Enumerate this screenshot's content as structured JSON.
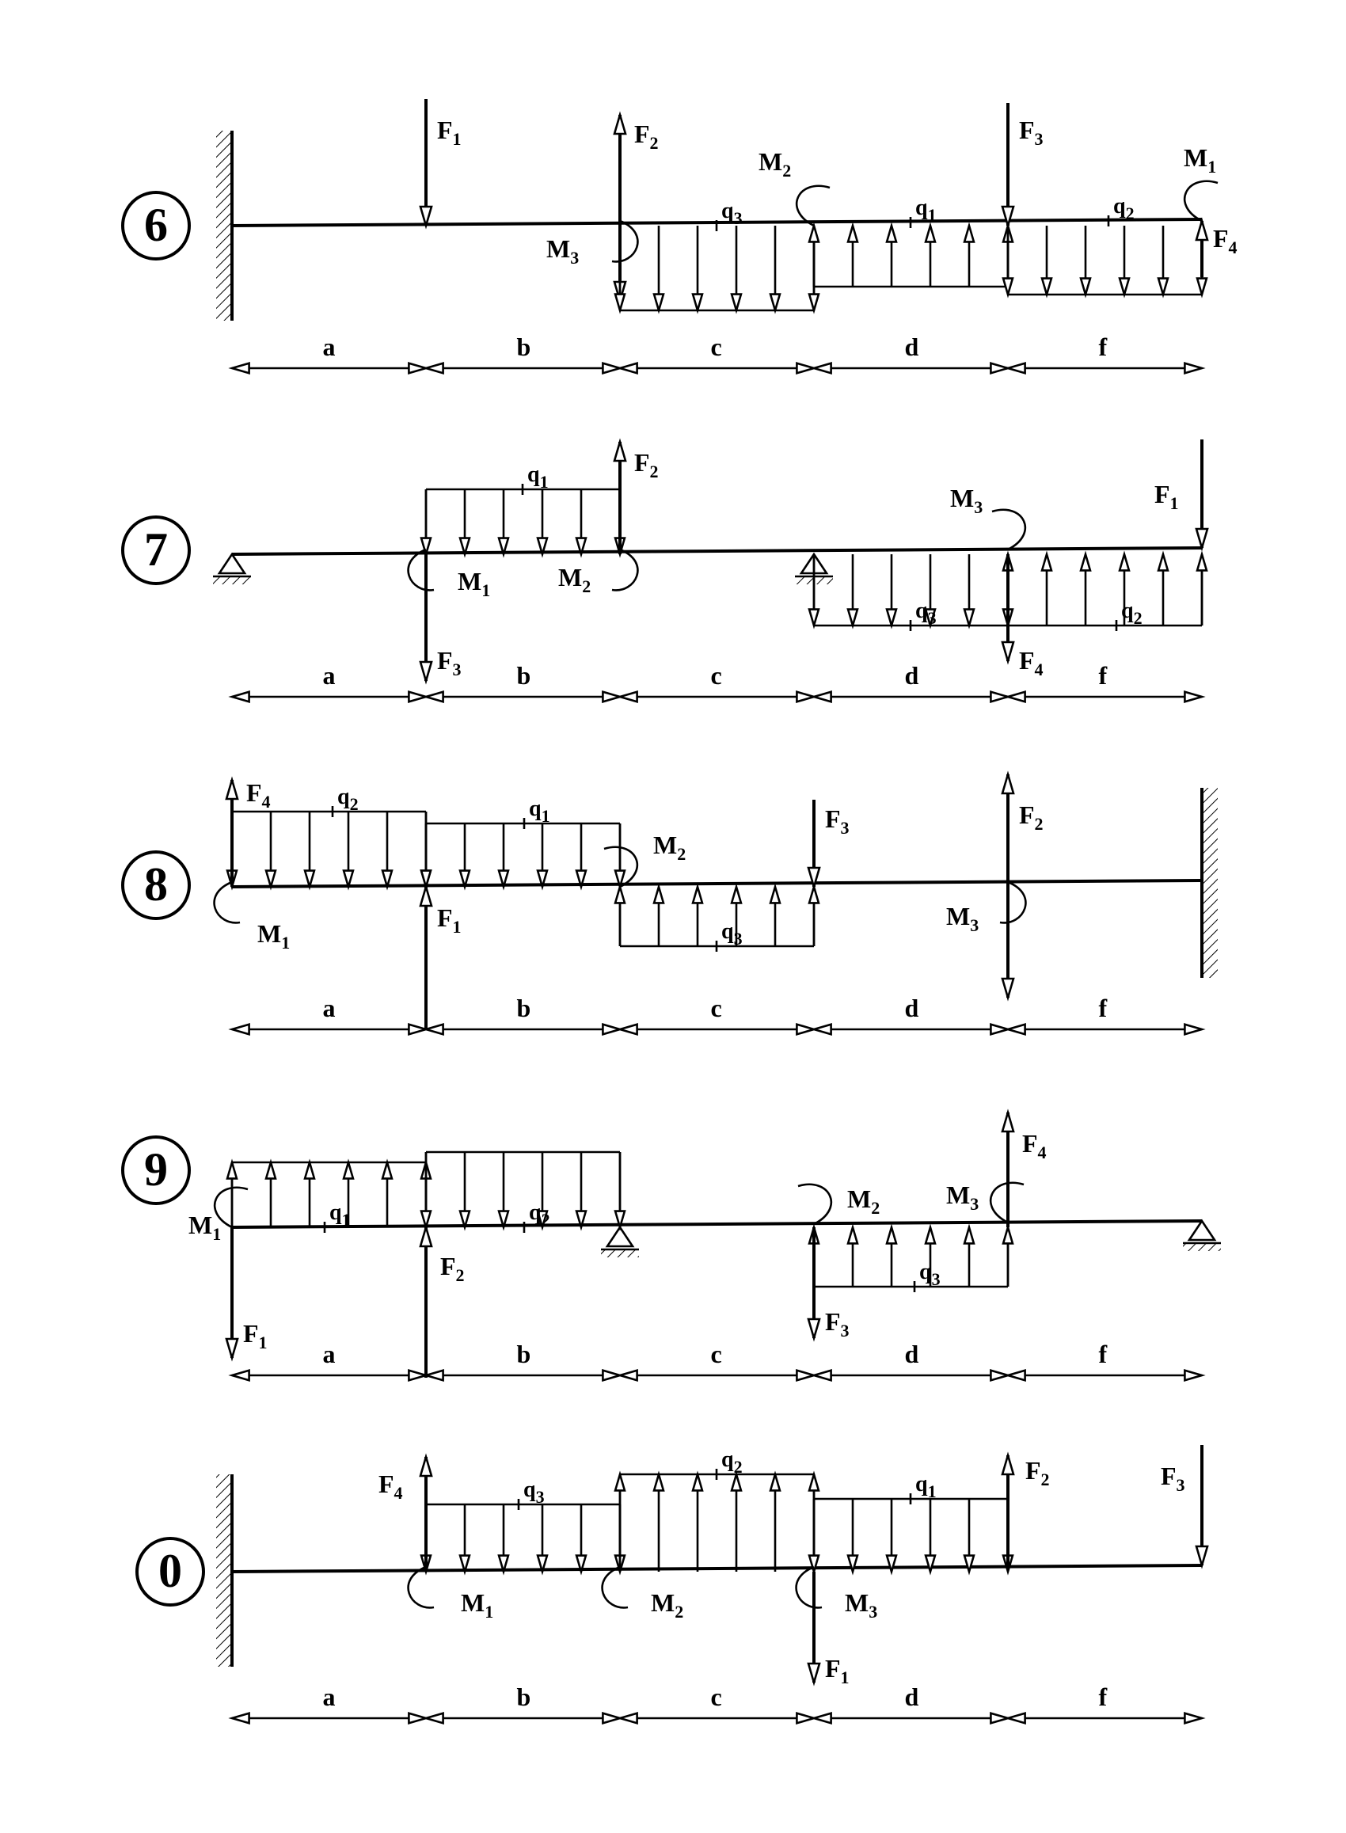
{
  "schemes": [
    {
      "number": "6",
      "dims": [
        "a",
        "b",
        "c",
        "d",
        "f"
      ],
      "labels": [
        {
          "key": "F1",
          "text": "F",
          "sub": "1"
        },
        {
          "key": "F2",
          "text": "F",
          "sub": "2"
        },
        {
          "key": "F3",
          "text": "F",
          "sub": "3"
        },
        {
          "key": "F4",
          "text": "F",
          "sub": "4"
        },
        {
          "key": "M1",
          "text": "M",
          "sub": "1"
        },
        {
          "key": "M2",
          "text": "M",
          "sub": "2"
        },
        {
          "key": "M3",
          "text": "M",
          "sub": "3"
        },
        {
          "key": "q1",
          "text": "q",
          "sub": "1"
        },
        {
          "key": "q2",
          "text": "q",
          "sub": "2"
        },
        {
          "key": "q3",
          "text": "q",
          "sub": "3"
        }
      ]
    },
    {
      "number": "7",
      "dims": [
        "a",
        "b",
        "c",
        "d",
        "f"
      ],
      "labels": [
        {
          "key": "F1",
          "text": "F",
          "sub": "1"
        },
        {
          "key": "F2",
          "text": "F",
          "sub": "2"
        },
        {
          "key": "F3",
          "text": "F",
          "sub": "3"
        },
        {
          "key": "F4",
          "text": "F",
          "sub": "4"
        },
        {
          "key": "M1",
          "text": "M",
          "sub": "1"
        },
        {
          "key": "M2",
          "text": "M",
          "sub": "2"
        },
        {
          "key": "M3",
          "text": "M",
          "sub": "3"
        },
        {
          "key": "q1",
          "text": "q",
          "sub": "1"
        },
        {
          "key": "q2",
          "text": "q",
          "sub": "2"
        },
        {
          "key": "q3",
          "text": "q",
          "sub": "3"
        }
      ]
    },
    {
      "number": "8",
      "dims": [
        "a",
        "b",
        "c",
        "d",
        "f"
      ],
      "labels": [
        {
          "key": "F1",
          "text": "F",
          "sub": "1"
        },
        {
          "key": "F2",
          "text": "F",
          "sub": "2"
        },
        {
          "key": "F3",
          "text": "F",
          "sub": "3"
        },
        {
          "key": "F4",
          "text": "F",
          "sub": "4"
        },
        {
          "key": "M1",
          "text": "M",
          "sub": "1"
        },
        {
          "key": "M2",
          "text": "M",
          "sub": "2"
        },
        {
          "key": "M3",
          "text": "M",
          "sub": "3"
        },
        {
          "key": "q1",
          "text": "q",
          "sub": "1"
        },
        {
          "key": "q2",
          "text": "q",
          "sub": "2"
        },
        {
          "key": "q3",
          "text": "q",
          "sub": "3"
        }
      ]
    },
    {
      "number": "9",
      "dims": [
        "a",
        "b",
        "c",
        "d",
        "f"
      ],
      "labels": [
        {
          "key": "F1",
          "text": "F",
          "sub": "1"
        },
        {
          "key": "F2",
          "text": "F",
          "sub": "2"
        },
        {
          "key": "F3",
          "text": "F",
          "sub": "3"
        },
        {
          "key": "F4",
          "text": "F",
          "sub": "4"
        },
        {
          "key": "M1",
          "text": "M",
          "sub": "1"
        },
        {
          "key": "M2",
          "text": "M",
          "sub": "2"
        },
        {
          "key": "M3",
          "text": "M",
          "sub": "3"
        },
        {
          "key": "q1",
          "text": "q",
          "sub": "1"
        },
        {
          "key": "q2",
          "text": "q",
          "sub": "2"
        },
        {
          "key": "q3",
          "text": "q",
          "sub": "3"
        }
      ]
    },
    {
      "number": "0",
      "dims": [
        "a",
        "b",
        "c",
        "d",
        "f"
      ],
      "labels": [
        {
          "key": "F1",
          "text": "F",
          "sub": "1"
        },
        {
          "key": "F2",
          "text": "F",
          "sub": "2"
        },
        {
          "key": "F3",
          "text": "F",
          "sub": "3"
        },
        {
          "key": "F4",
          "text": "F",
          "sub": "4"
        },
        {
          "key": "M1",
          "text": "M",
          "sub": "1"
        },
        {
          "key": "M2",
          "text": "M",
          "sub": "2"
        },
        {
          "key": "M3",
          "text": "M",
          "sub": "3"
        },
        {
          "key": "q1",
          "text": "q",
          "sub": "1"
        },
        {
          "key": "q2",
          "text": "q",
          "sub": "2"
        },
        {
          "key": "q3",
          "text": "q",
          "sub": "3"
        }
      ]
    }
  ]
}
